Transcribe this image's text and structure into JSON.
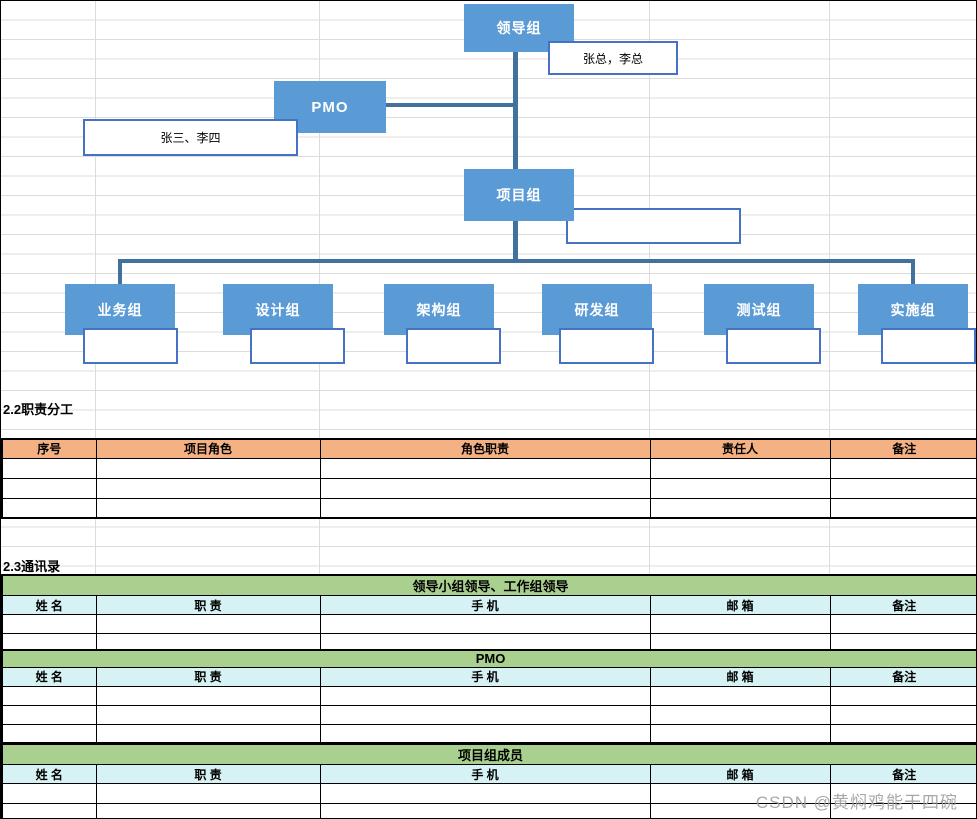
{
  "org_chart": {
    "leader_group_label": "领导组",
    "leader_names": "张总，李总",
    "pmo_label": "PMO",
    "pmo_names": "张三、李四",
    "project_group_label": "项目组",
    "project_names": "",
    "teams": [
      {
        "label": "业务组",
        "names": ""
      },
      {
        "label": "设计组",
        "names": ""
      },
      {
        "label": "架构组",
        "names": ""
      },
      {
        "label": "研发组",
        "names": ""
      },
      {
        "label": "测试组",
        "names": ""
      },
      {
        "label": "实施组",
        "names": ""
      }
    ]
  },
  "duties": {
    "heading": "2.2职责分工",
    "headers": [
      "序号",
      "项目角色",
      "角色职责",
      "责任人",
      "备注"
    ],
    "empty_row_count": 3
  },
  "contacts": {
    "heading": "2.3通讯录",
    "groups": [
      {
        "title": "领导小组领导、工作组领导",
        "headers": [
          "姓 名",
          "职 责",
          "手 机",
          "邮 箱",
          "备注"
        ],
        "empty_row_count": 2
      },
      {
        "title": "PMO",
        "headers": [
          "姓 名",
          "职 责",
          "手 机",
          "邮 箱",
          "备注"
        ],
        "empty_row_count": 3
      },
      {
        "title": "项目组成员",
        "headers": [
          "姓 名",
          "职 责",
          "手 机",
          "邮 箱",
          "备注"
        ],
        "empty_row_count": 2
      }
    ]
  },
  "watermark": "CSDN @黄焖鸡能干四碗",
  "colors": {
    "box_blue": "#5B9BD5",
    "connector_blue": "#41719C",
    "header_orange": "#F4B183",
    "band_green": "#A9D08E",
    "header_cyan": "#D6F2F4",
    "gridline": "#DCDCDC"
  }
}
